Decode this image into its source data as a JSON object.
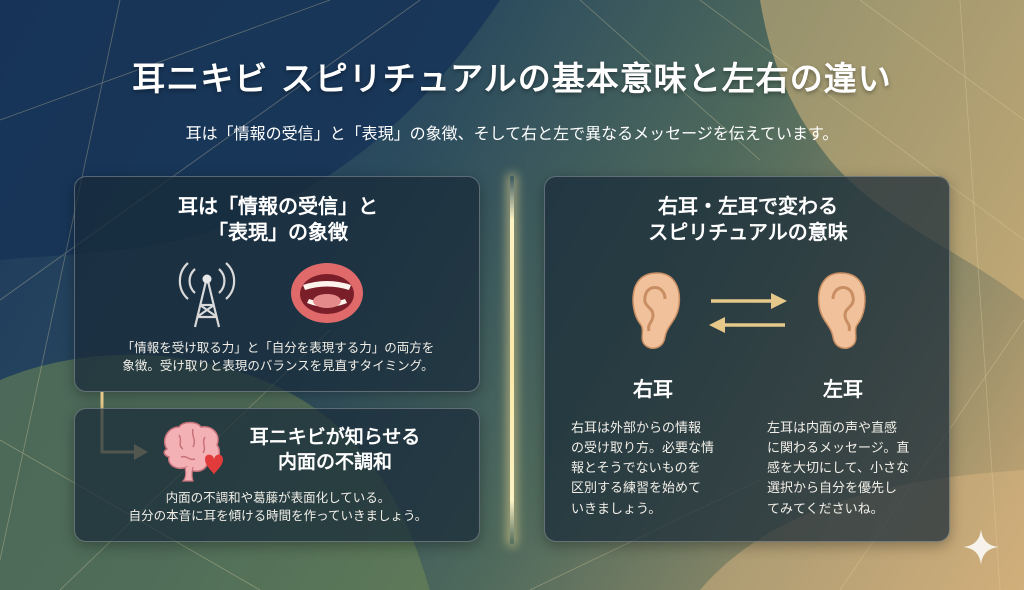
{
  "header": {
    "title": "耳ニキビ スピリチュアルの基本意味と左右の違い",
    "subtitle": "耳は「情報の受信」と「表現」の象徴、そして右と左で異なるメッセージを伝えています。"
  },
  "card_symbol": {
    "heading": "耳は「情報の受信」と\n「表現」の象徴",
    "body": "「情報を受け取る力」と「自分を表現する力」の両方を\n象徴。受け取りと表現のバランスを見直すタイミング。",
    "icons": [
      "antenna-tower-icon",
      "open-mouth-icon"
    ]
  },
  "card_inner": {
    "heading": "耳ニキビが知らせる\n内面の不調和",
    "body": "内面の不調和や葛藤が表面化している。\n自分の本音に耳を傾ける時間を作っていきましょう。",
    "icons": [
      "brain-heart-icon"
    ]
  },
  "card_ears": {
    "heading": "右耳・左耳で変わる\nスピリチュアルの意味",
    "right": {
      "label": "右耳",
      "text": "右耳は外部からの情報\nの受け取り方。必要な情\n報とそうでないものを\n区別する練習を始めて\nいきましょう。"
    },
    "left": {
      "label": "左耳",
      "text": "左耳は内面の声や直感\nに関わるメッセージ。直\n感を大切にして、小さな\n選択から自分を優先し\nてみてくださいね。"
    },
    "icons": [
      "right-ear-icon",
      "left-ear-icon",
      "exchange-arrows-icon"
    ]
  },
  "colors": {
    "card_bg": "#182a38",
    "accent_gold": "#e6c98a",
    "divider_glow": "#ffe9a8"
  }
}
